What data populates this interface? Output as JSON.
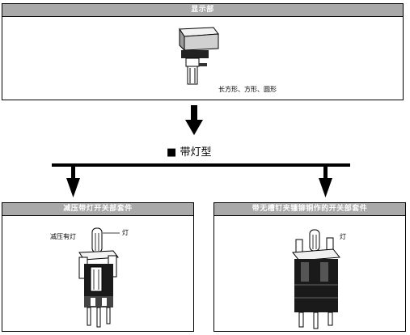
{
  "top_panel": {
    "header": "显示部",
    "shape_caption": "长方形、方形、圆形"
  },
  "section_title": {
    "bullet": "■",
    "text": "带灯型"
  },
  "left_panel": {
    "header": "减压带灯开关部套件",
    "label_reducer": "减压有灯",
    "label_lamp": "灯"
  },
  "right_panel": {
    "header": "带无槽钉夹镭铆铜作的开关部套件",
    "label_lamp": "灯"
  },
  "colors": {
    "header_bg": "#a9a9a9",
    "line": "#000000"
  }
}
